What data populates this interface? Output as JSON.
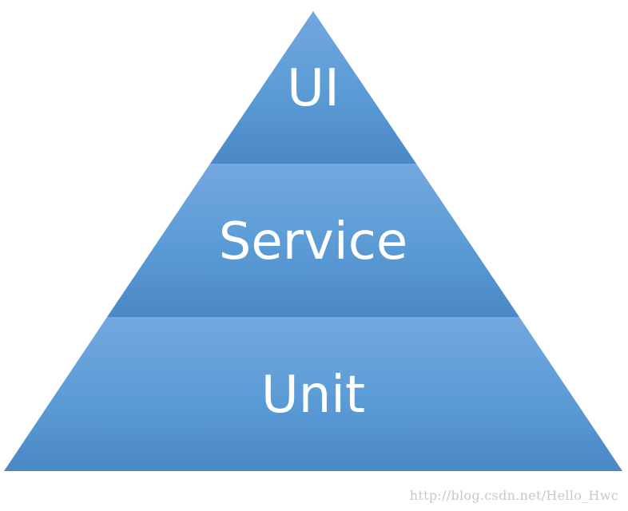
{
  "pyramid": {
    "layers": [
      {
        "label": "UI"
      },
      {
        "label": "Service"
      },
      {
        "label": "Unit"
      }
    ],
    "colors": {
      "fill_light": "#72a8de",
      "fill_mid": "#5b9bd5",
      "fill_dark": "#4a88c6",
      "label": "#ffffff"
    }
  },
  "watermark": "http://blog.csdn.net/Hello_Hwc"
}
